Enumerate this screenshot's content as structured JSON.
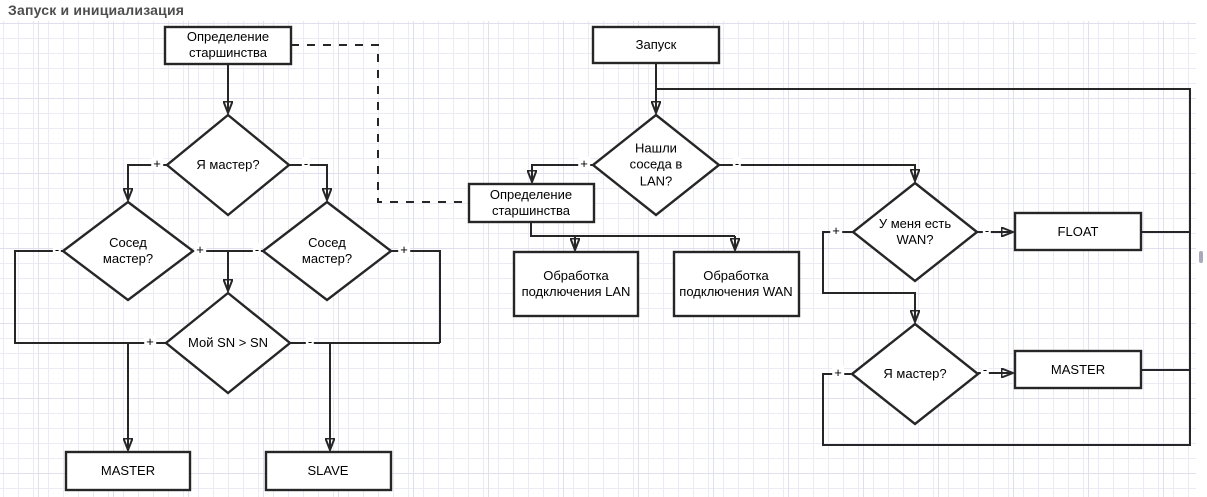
{
  "title": "Запуск и инициализация",
  "colors": {
    "stroke": "#262626",
    "title_text": "#4d4d4d",
    "grid_minor": "#ebebf5",
    "grid_major": "#dfdfee",
    "background": "#ffffff"
  },
  "nodes": {
    "det_start": {
      "label": "Определение старшинства",
      "type": "process"
    },
    "ya_master_left": {
      "label": "Я мастер?",
      "type": "decision"
    },
    "sosed_left": {
      "label": "Сосед мастер?",
      "type": "decision"
    },
    "sosed_right": {
      "label": "Сосед мастер?",
      "type": "decision"
    },
    "moy_sn": {
      "label": "Мой SN > SN",
      "type": "decision"
    },
    "master_left": {
      "label": "MASTER",
      "type": "process"
    },
    "slave": {
      "label": "SLAVE",
      "type": "process"
    },
    "zapusk": {
      "label": "Запуск",
      "type": "process"
    },
    "nashli_soseda": {
      "label": "Нашли соседа в LAN?",
      "type": "decision"
    },
    "det_mid": {
      "label": "Определение старшинства",
      "type": "process"
    },
    "obrabotka_lan": {
      "label": "Обработка подключения LAN",
      "type": "process"
    },
    "obrabotka_wan": {
      "label": "Обработка подключения WAN",
      "type": "process"
    },
    "u_menya_wan": {
      "label": "У меня есть WAN?",
      "type": "decision"
    },
    "float": {
      "label": "FLOAT",
      "type": "process"
    },
    "ya_master_right": {
      "label": "Я мастер?",
      "type": "decision"
    },
    "master_right": {
      "label": "MASTER",
      "type": "process"
    }
  },
  "edge_labels": [
    "+",
    "-",
    "-",
    "+",
    "-",
    "+",
    "+",
    "-",
    "+",
    "-",
    "+",
    "-",
    "+",
    "-"
  ]
}
